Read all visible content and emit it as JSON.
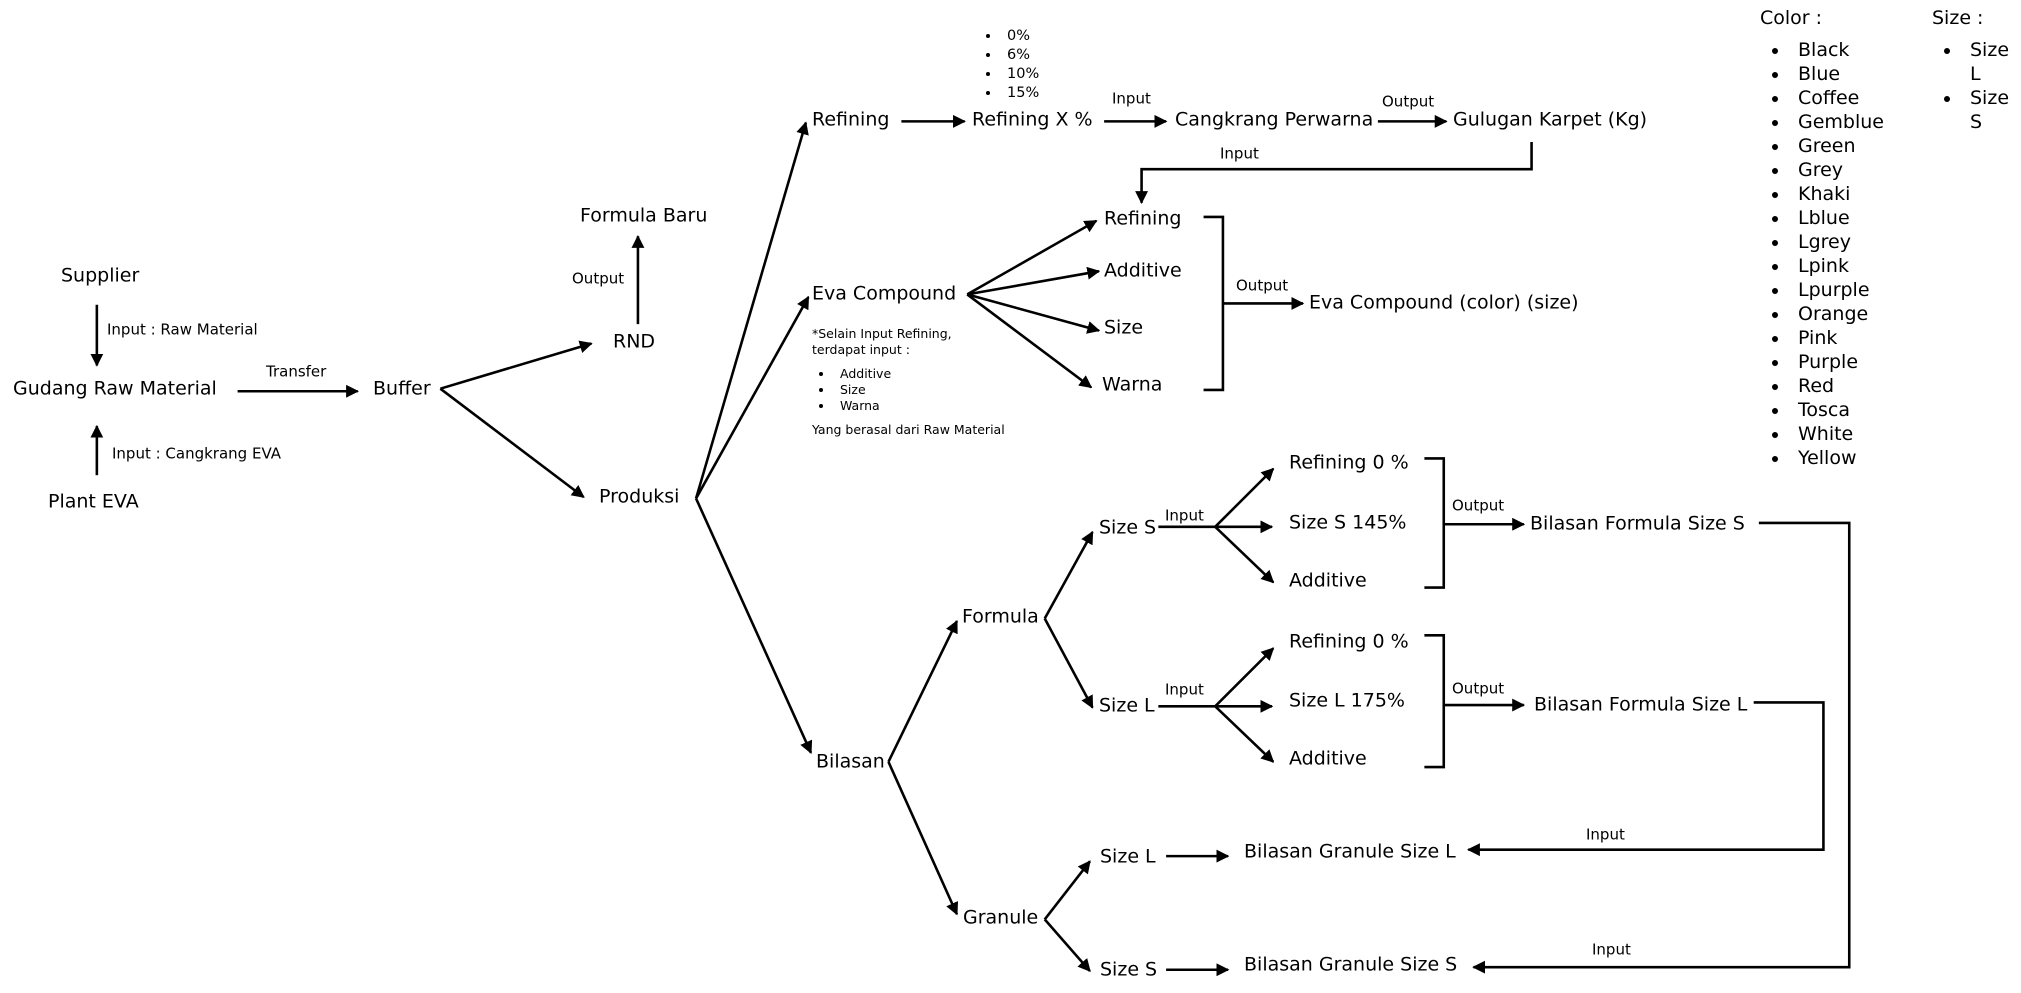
{
  "nodes": {
    "supplier": "Supplier",
    "gudang_raw_material": "Gudang Raw Material",
    "plant_eva": "Plant EVA",
    "buffer": "Buffer",
    "rnd": "RND",
    "formula_baru": "Formula Baru",
    "produksi": "Produksi",
    "refining": "Refining",
    "refining_x": "Refining X %",
    "cangkrang_perwarna": "Cangkrang Perwarna",
    "gulugan_karpet": "Gulugan Karpet (Kg)",
    "eva_compound": "Eva Compound",
    "eva_refining": "Refining",
    "eva_additive": "Additive",
    "eva_size": "Size",
    "eva_warna": "Warna",
    "eva_compound_out": "Eva Compound (color) (size)",
    "bilasan": "Bilasan",
    "formula": "Formula",
    "granule": "Granule",
    "formula_size_s": "Size S",
    "formula_size_l": "Size L",
    "s_refining": "Refining 0 %",
    "s_size": "Size S 145%",
    "s_additive": "Additive",
    "l_refining": "Refining 0 %",
    "l_size": "Size L 175%",
    "l_additive": "Additive",
    "bilasan_formula_s": "Bilasan Formula Size S",
    "bilasan_formula_l": "Bilasan Formula Size L",
    "granule_size_l": "Size L",
    "granule_size_s": "Size S",
    "bilasan_granule_l": "Bilasan Granule Size L",
    "bilasan_granule_s": "Bilasan Granule Size S"
  },
  "edge_labels": {
    "input_raw_material": "Input : Raw Material",
    "input_cangkrang_eva": "Input : Cangkrang EVA",
    "transfer": "Transfer",
    "rnd_output": "Output",
    "refining_input": "Input",
    "cangkrang_output": "Output",
    "gulugan_input": "Input",
    "eva_output": "Output",
    "size_s_input": "Input",
    "size_l_input": "Input",
    "formula_s_output": "Output",
    "formula_l_output": "Output",
    "granule_l_input": "Input",
    "granule_s_input": "Input"
  },
  "refining_percentages": [
    "0%",
    "6%",
    "10%",
    "15%"
  ],
  "eva_note": {
    "line1": "*Selain Input Refining,",
    "line2": "terdapat input :",
    "items": [
      "Additive",
      "Size",
      "Warna"
    ],
    "footer": "Yang berasal dari Raw Material"
  },
  "legend_color": {
    "title": "Color :",
    "items": [
      "Black",
      "Blue",
      "Coffee",
      "Gemblue",
      "Green",
      "Grey",
      "Khaki",
      "Lblue",
      "Lgrey",
      "Lpink",
      "Lpurple",
      "Orange",
      "Pink",
      "Purple",
      "Red",
      "Tosca",
      "White",
      "Yellow"
    ]
  },
  "legend_size": {
    "title": "Size :",
    "items": [
      "Size L",
      "Size S"
    ]
  }
}
